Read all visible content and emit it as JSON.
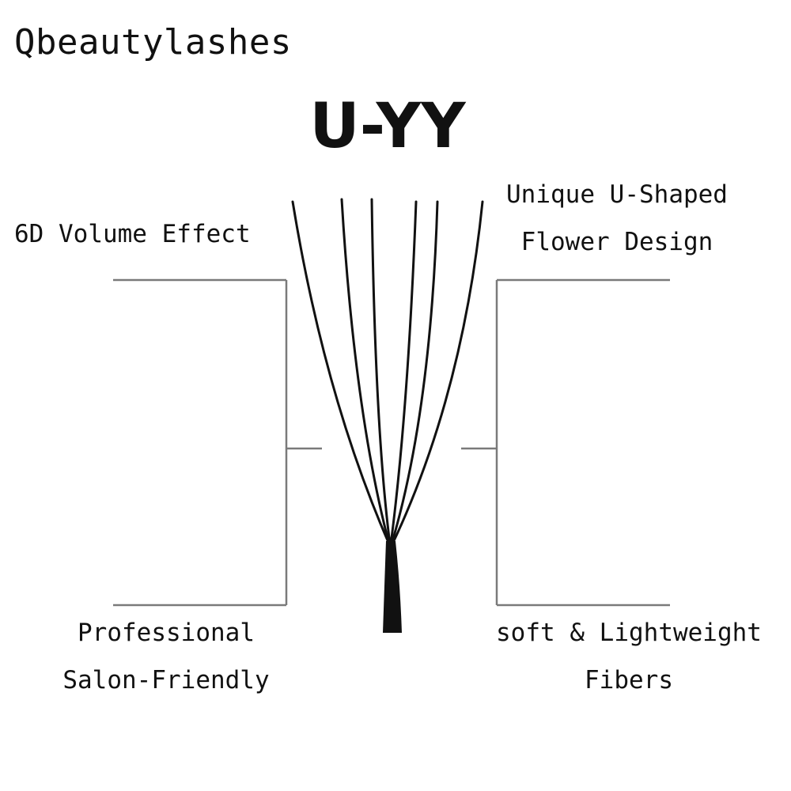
{
  "brand": "Qbeautylashes",
  "product_title": "U-YY",
  "features": {
    "top_left": [
      "6D Volume Effect"
    ],
    "top_right": [
      "Unique U-Shaped",
      "Flower Design"
    ],
    "bottom_left": [
      "Professional",
      "Salon-Friendly"
    ],
    "bottom_right": [
      "soft & Lightweight",
      "Fibers"
    ]
  },
  "colors": {
    "background": "#ffffff",
    "text": "#111111",
    "bracket": "#7a7a7a",
    "lash": "#111111"
  },
  "icons": [
    "lash-fan-illustration"
  ]
}
